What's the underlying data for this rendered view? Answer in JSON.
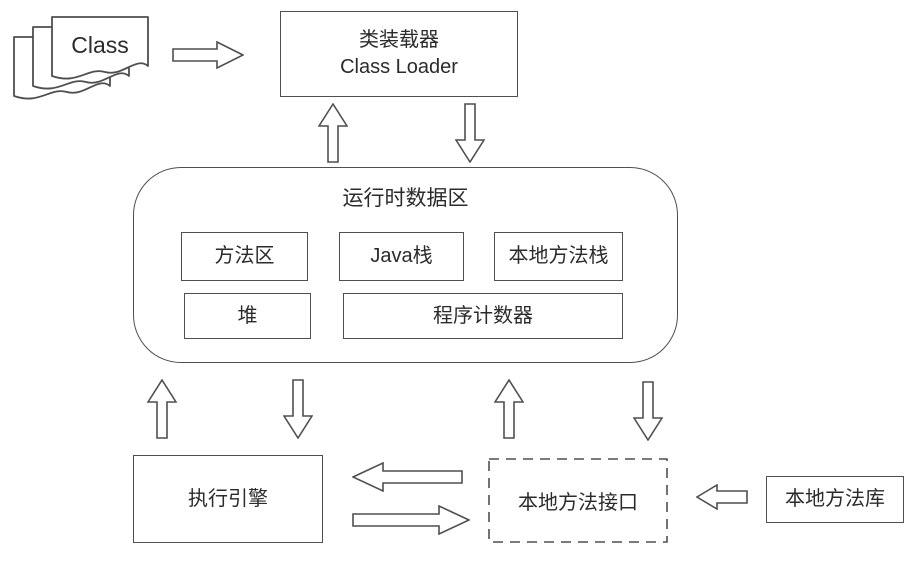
{
  "colors": {
    "background": "#ffffff",
    "stroke": "#4f4f4f",
    "text": "#2b2b2b"
  },
  "nodes": {
    "class_files": {
      "label": "Class"
    },
    "class_loader": {
      "line1": "类装载器",
      "line2": "Class Loader"
    },
    "runtime_data_area": {
      "title": "运行时数据区",
      "method_area": "方法区",
      "java_stack": "Java栈",
      "native_method_stack": "本地方法栈",
      "heap": "堆",
      "program_counter": "程序计数器"
    },
    "execution_engine": {
      "label": "执行引擎"
    },
    "native_method_interface": {
      "label": "本地方法接口"
    },
    "native_method_library": {
      "label": "本地方法库"
    }
  },
  "arrows": [
    {
      "name": "class-to-classloader",
      "direction": "right"
    },
    {
      "name": "runtime-to-classloader",
      "direction": "up"
    },
    {
      "name": "classloader-to-runtime",
      "direction": "down"
    },
    {
      "name": "execution-engine-to-runtime",
      "direction": "up"
    },
    {
      "name": "runtime-to-execution-engine",
      "direction": "down"
    },
    {
      "name": "native-interface-to-runtime",
      "direction": "up"
    },
    {
      "name": "runtime-to-native-interface",
      "direction": "down"
    },
    {
      "name": "native-interface-to-execution-engine",
      "direction": "left"
    },
    {
      "name": "execution-engine-to-native-interface",
      "direction": "right"
    },
    {
      "name": "native-library-to-native-interface",
      "direction": "left"
    }
  ]
}
